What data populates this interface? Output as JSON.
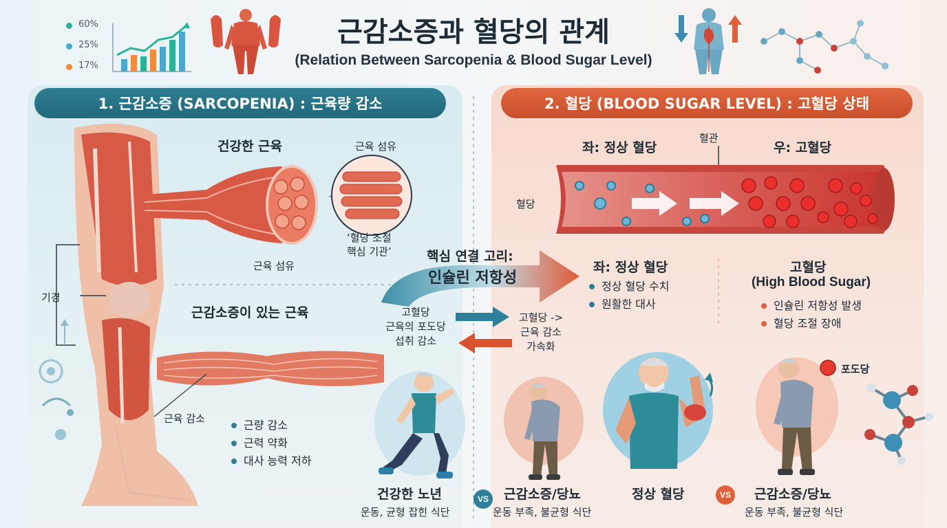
{
  "header": {
    "title": "근감소증과 혈당의 관계",
    "subtitle": "(Relation Between Sarcopenia & Blood Sugar Level)",
    "legend": [
      {
        "label": "60%",
        "color": "#2bb39a"
      },
      {
        "label": "25%",
        "color": "#4aa7d0"
      },
      {
        "label": "17%",
        "color": "#f08a3c"
      }
    ]
  },
  "left": {
    "banner": "1. 근감소증 (SARCOPENIA) : 근육량 감소",
    "healthy_title": "건강한 근육",
    "fiber_top": "근육 섬유",
    "fiber_bottom": "근육 섬유",
    "core_organ": "‘혈당 조절\n핵심 기관’",
    "tendon": "기경",
    "sarc_title": "근감소증이 있는 근육",
    "muscle_loss": "근육 감소",
    "bullets": [
      "근량 감소",
      "근력 약화",
      "대사 능력 저하"
    ]
  },
  "middle": {
    "link_label_1": "핵심 연결 고리:",
    "link_label_2": "인슐린 저항성",
    "flow_left": "고혈당\n근육의 포도당\n섭취 감소",
    "flow_right": "고혈당 ->\n근육 감소\n가속화"
  },
  "right": {
    "banner": "2. 혈당 (BLOOD SUGAR LEVEL) : 고혈당 상태",
    "vessel": "혈관",
    "left_title": "좌: 정상 혈당",
    "right_title": "우: 고혈당",
    "blood_sugar": "혈당",
    "normal_title": "좌: 정상 혈당",
    "normal_bullets": [
      "정상 혈당 수치",
      "원활한 대사"
    ],
    "high_title_1": "고혈당",
    "high_title_2": "(High Blood Sugar)",
    "high_bullets": [
      "인슐린 저항성 발생",
      "혈당 조절 장애"
    ],
    "glucose": "포도당"
  },
  "bottom": {
    "healthy_senior": "건강한 노년",
    "healthy_senior_sub": "운동, 균형 잡힌 식단",
    "vs": "VS",
    "sarc_diabetes": "근감소증/당뇨",
    "sarc_diabetes_sub": "운동 부족, 불균형 식단",
    "normal_sugar": "정상 혈당",
    "sarc_diabetes_2": "근감소증/당뇨",
    "sarc_diabetes_2_sub": "운동 부족, 불균형 식단"
  }
}
